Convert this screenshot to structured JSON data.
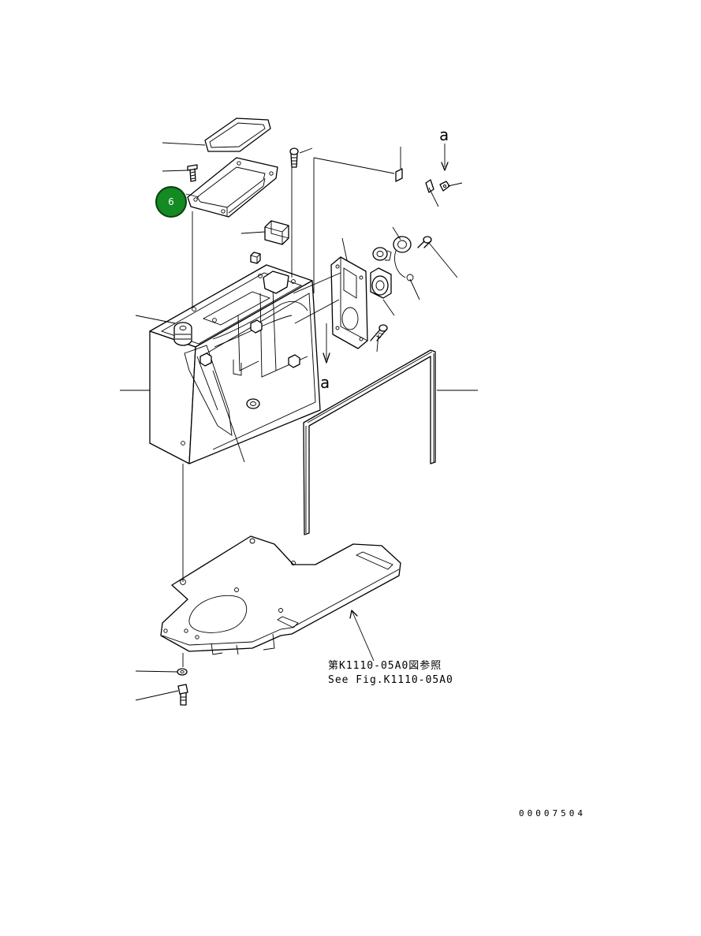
{
  "diagram": {
    "callouts": [
      {
        "label": "6",
        "color": "#138a22"
      }
    ],
    "view_markers": {
      "top_marker": "a",
      "bottom_marker": "a"
    },
    "reference_note": {
      "line_ja": "第K1110-05A0図参照",
      "line_en": "See Fig.K1110-05A0"
    },
    "drawing_number": "00007504"
  }
}
